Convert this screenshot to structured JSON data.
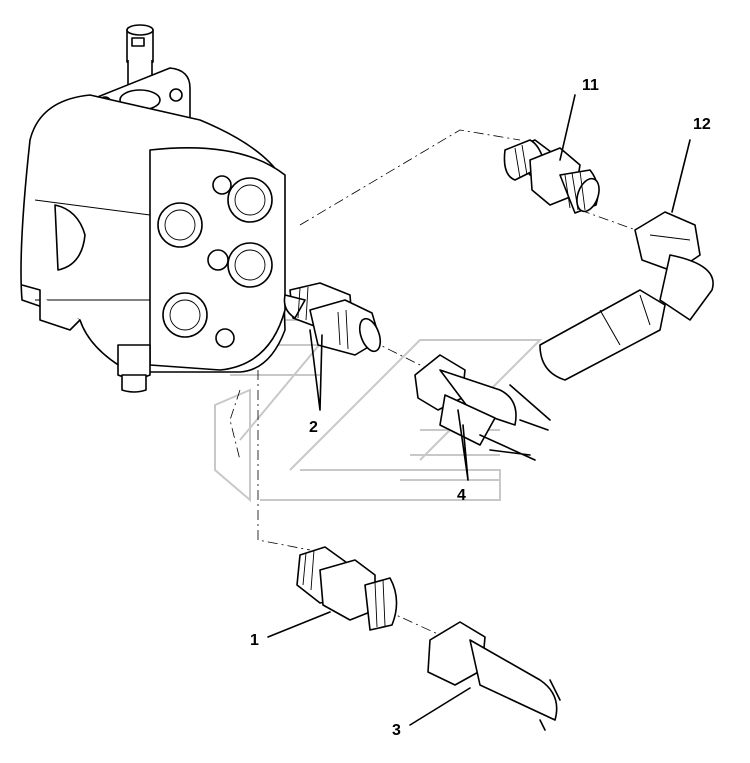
{
  "callouts": [
    {
      "id": "1",
      "label": "1"
    },
    {
      "id": "2",
      "label": "2"
    },
    {
      "id": "3",
      "label": "3"
    },
    {
      "id": "4",
      "label": "4"
    },
    {
      "id": "11",
      "label": "11"
    },
    {
      "id": "12",
      "label": "12"
    }
  ],
  "colors": {
    "line": "#000000",
    "background": "#ffffff",
    "watermark": "#c8c8c8"
  }
}
